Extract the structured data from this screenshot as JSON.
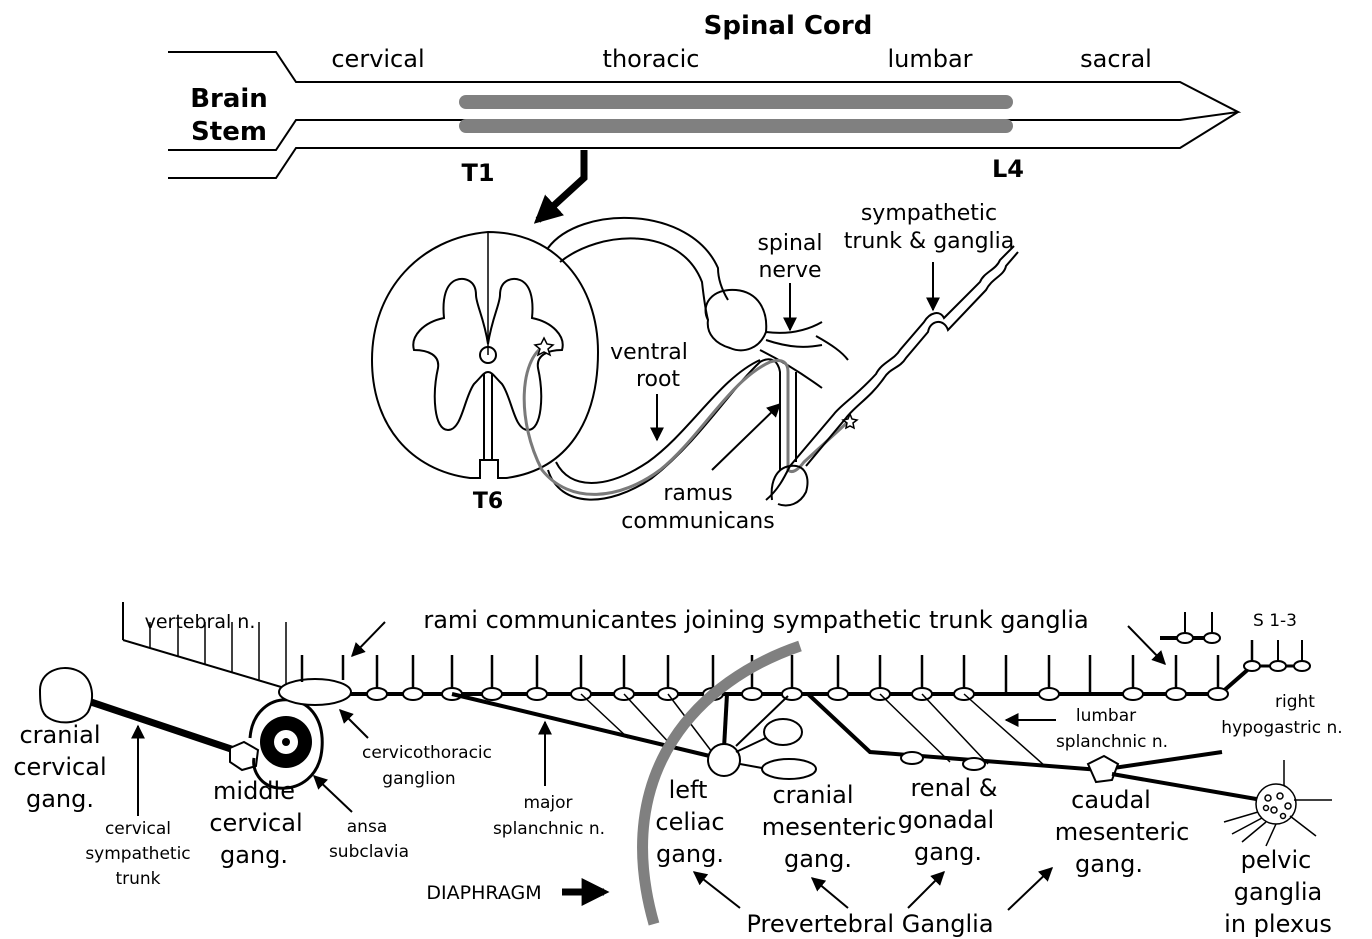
{
  "spinal_cord": {
    "title": "Spinal Cord",
    "regions": [
      "cervical",
      "thoracic",
      "lumbar",
      "sacral"
    ],
    "brain_stem_line1": "Brain",
    "brain_stem_line2": "Stem",
    "segment_start": "T1",
    "segment_end": "L4"
  },
  "cross_section": {
    "segment": "T6",
    "spinal_nerve": [
      "spinal",
      "nerve"
    ],
    "sympathetic_trunk": [
      "sympathetic",
      "trunk & ganglia"
    ],
    "ventral_root": [
      "ventral",
      "root"
    ],
    "ramus": [
      "ramus",
      "communicans"
    ]
  },
  "trunk": {
    "vertebral_n": "vertebral n.",
    "rami_label": "rami communicantes joining sympathetic trunk ganglia",
    "sacral": "S 1-3",
    "right_hypogastric": [
      "right",
      "hypogastric n."
    ],
    "lumbar_splanchnic": [
      "lumbar",
      "splanchnic n."
    ],
    "cranial_cervical": [
      "cranial",
      "cervical",
      "gang."
    ],
    "cervical_trunk": [
      "cervical",
      "sympathetic",
      "trunk"
    ],
    "middle_cervical": [
      "middle",
      "cervical",
      "gang."
    ],
    "ansa": [
      "ansa",
      "subclavia"
    ],
    "cervicothoracic": [
      "cervicothoracic",
      "ganglion"
    ],
    "major_splanchnic": [
      "major",
      "splanchnic n."
    ],
    "left_celiac": [
      "left",
      "celiac",
      "gang."
    ],
    "cranial_mesenteric": [
      "cranial",
      "mesenteric",
      "gang."
    ],
    "renal_gonadal": [
      "renal &",
      "gonadal",
      "gang."
    ],
    "caudal_mesenteric": [
      "caudal",
      "mesenteric",
      "gang."
    ],
    "pelvic": [
      "pelvic",
      "ganglia",
      "in plexus"
    ],
    "diaphragm": "DIAPHRAGM",
    "prevertebral": "Prevertebral Ganglia"
  }
}
